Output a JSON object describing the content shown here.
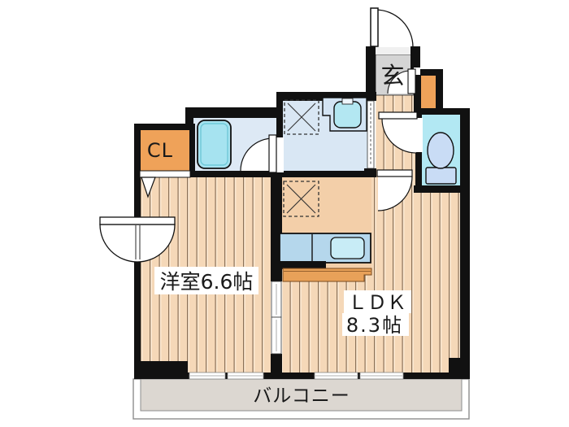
{
  "plan": {
    "type": "japanese-apartment-floorplan-1LDK",
    "labels": {
      "closet": "CL",
      "entrance": "玄",
      "western_room": "洋室6.6帖",
      "ldk_line1": "ＬＤＫ",
      "ldk_line2": "8.3帖",
      "balcony": "バルコニー"
    },
    "rooms": [
      {
        "name": "western-room",
        "label": "洋室6.6帖",
        "size_mats": 6.6
      },
      {
        "name": "ldk",
        "label": "ＬＤＫ 8.3帖",
        "size_mats": 8.3
      },
      {
        "name": "entrance-genkan",
        "label": "玄"
      },
      {
        "name": "closet",
        "label": "CL"
      },
      {
        "name": "balcony",
        "label": "バルコニー"
      },
      {
        "name": "bathroom"
      },
      {
        "name": "washroom"
      },
      {
        "name": "toilet"
      },
      {
        "name": "kitchen"
      },
      {
        "name": "hallway"
      }
    ],
    "colors": {
      "wall": "#111111",
      "wood_base": "#f5d8b8",
      "wood_line": "#8a7158",
      "wood_highlight": "#fbe8d1",
      "kitchen_floor": "#f3cfa9",
      "washroom_floor": "#d9e7f4",
      "bath_floor": "#dde9f5",
      "toilet_floor": "#b2e8f3",
      "genkan_floor": "#d4d4d4",
      "cabinet_orange": "#efa259",
      "tub_fill": "#a6e3f0",
      "counter_fill": "#b5d7ec",
      "sink_fill": "#c8ecf6",
      "basin_counter": "#d3e4f4",
      "basin_bowl": "#b3e7f2",
      "toilet_fixture": "#c9dcf5",
      "bar_counter": "#e8a159",
      "balcony_fill": "#dcd7d1",
      "label_bg": "#ffffff",
      "door_white": "#ffffff"
    }
  }
}
